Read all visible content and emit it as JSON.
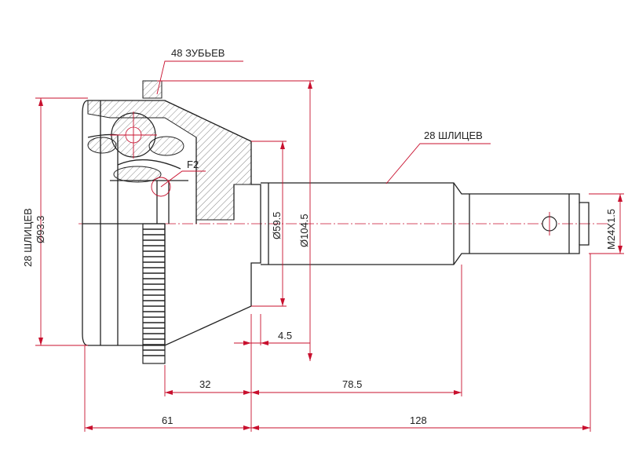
{
  "labels": {
    "teeth": "48 ЗУБЬЕВ",
    "splines_shaft": "28 ШЛИЦЕВ",
    "splines_left": "28 ШЛИЦЕВ",
    "outer_dia": "Ø93.3",
    "dia_59": "Ø59.5",
    "dia_104": "Ø104.5",
    "thread": "M24X1.5",
    "f2": "F2",
    "dim_4_5": "4.5",
    "dim_32": "32",
    "dim_78_5": "78.5",
    "dim_61": "61",
    "dim_128": "128"
  },
  "colors": {
    "dimension_lines": "#c8102e",
    "outline": "#222222"
  }
}
